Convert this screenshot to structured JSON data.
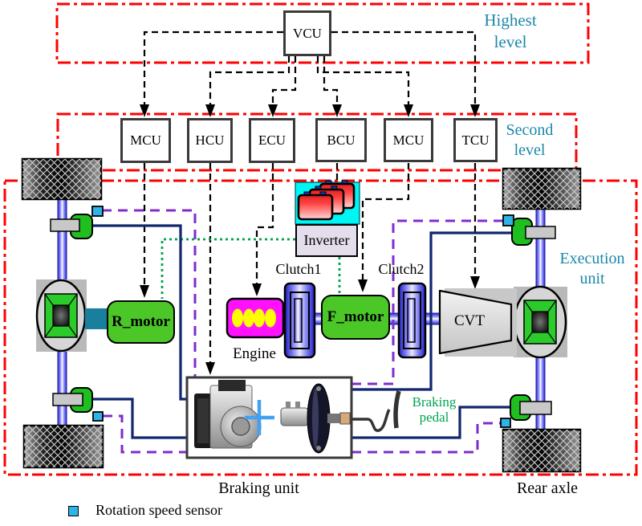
{
  "levels": {
    "highest": "Highest level",
    "second": "Second level",
    "execution": "Execution unit"
  },
  "controllers": {
    "vcu": "VCU",
    "mcu_front": "MCU",
    "hcu": "HCU",
    "ecu": "ECU",
    "bcu": "BCU",
    "mcu_rear": "MCU",
    "tcu": "TCU"
  },
  "components": {
    "inverter": "Inverter",
    "clutch1": "Clutch1",
    "clutch2": "Clutch2",
    "engine": "Engine",
    "r_motor": "R_motor",
    "f_motor": "F_motor",
    "cvt": "CVT",
    "braking_pedal": "Braking pedal",
    "braking_unit": "Braking unit",
    "rear_axle": "Rear axle"
  },
  "legend": {
    "rotation_speed_sensor": "Rotation speed sensor"
  },
  "colors": {
    "level_border": "#ff0000",
    "level_text": "#1c87a8",
    "signal_dashed": "#000000",
    "sensor_line": "#7f2ccb",
    "brake_line": "#10266e",
    "electric_line": "#00a44f",
    "motor_fill": "#4cc728",
    "engine_fill": "#ff10ff",
    "sensor_fill": "#2fb3e8",
    "battery_bg": "#00f5f5"
  }
}
